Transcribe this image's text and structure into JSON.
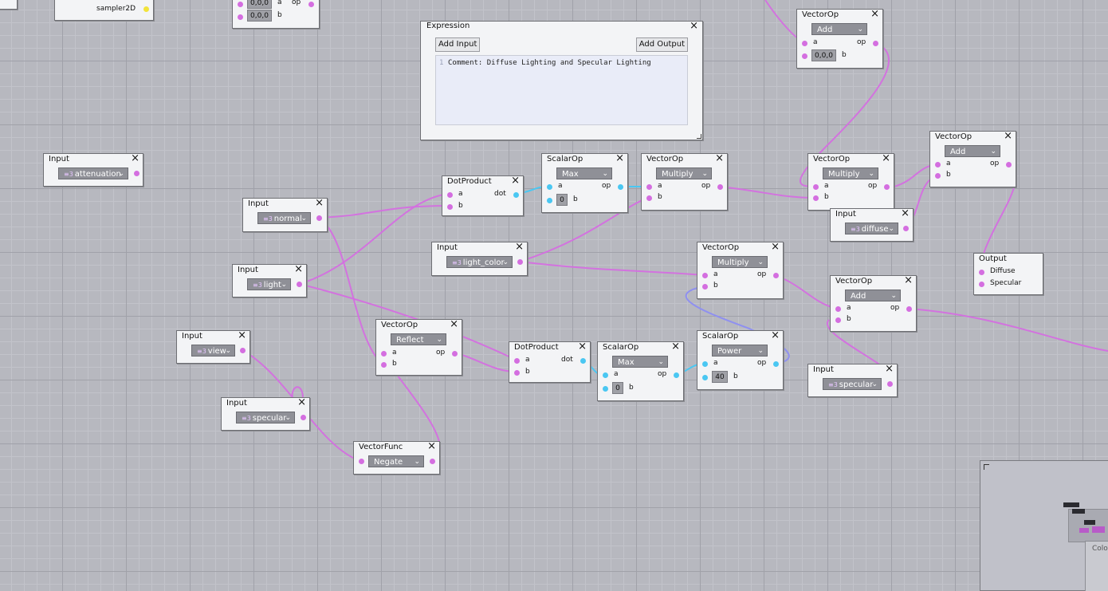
{
  "expression": {
    "title": "Expression",
    "add_input": "Add Input",
    "add_output": "Add Output",
    "line_no": "1",
    "code": "Comment: Diffuse Lighting and Specular Lighting"
  },
  "labels": {
    "a": "a",
    "b": "b",
    "op": "op",
    "dot": "dot",
    "zero": "0",
    "forty": "40",
    "vec0": "0,0,0",
    "close": "×",
    "chev": "⌄",
    "tag": "≡3",
    "sampler": "sampler2D"
  },
  "titles": {
    "input": "Input",
    "vectorop": "VectorOp",
    "scalarop": "ScalarOp",
    "dotproduct": "DotProduct",
    "vectorfunc": "VectorFunc",
    "output": "Output"
  },
  "inputs": {
    "attenuation": "attenuation",
    "normal": "normal",
    "light": "light",
    "view": "view",
    "specular": "specular",
    "light_color": "light_color",
    "diffuse": "diffuse"
  },
  "ops": {
    "add": "Add",
    "multiply": "Multiply",
    "max": "Max",
    "reflect": "Reflect",
    "power": "Power",
    "negate": "Negate"
  },
  "output": {
    "diffuse": "Diffuse",
    "specular": "Specular"
  },
  "minimap": {
    "partial_label": "Colo"
  },
  "colors": {
    "wire_vector": "#d46ee0",
    "wire_scalar": "#4ac7f2",
    "port_sampler": "#f2e33a"
  }
}
